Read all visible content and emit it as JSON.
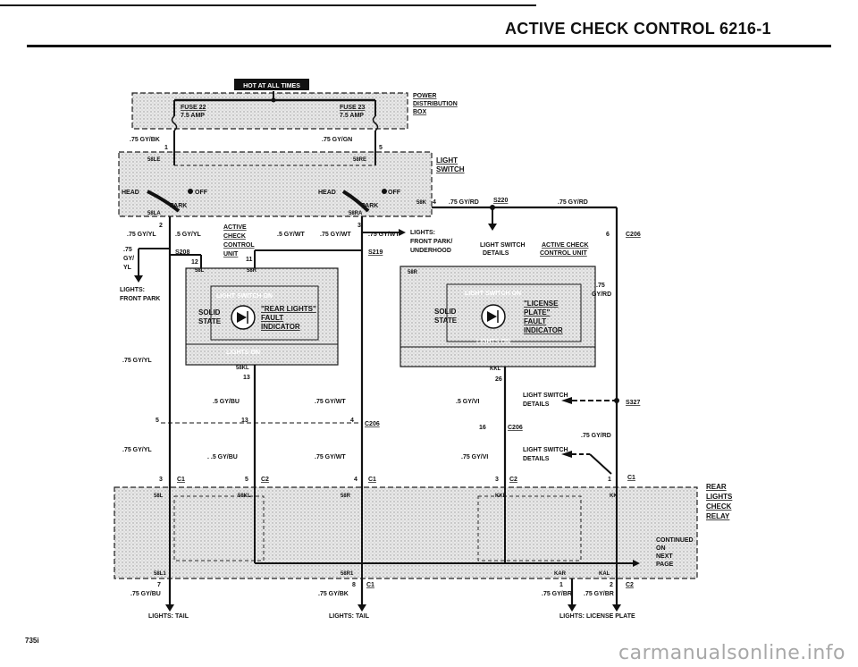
{
  "header": {
    "title": "ACTIVE CHECK CONTROL  6216-1"
  },
  "hot_badge": "HOT AT ALL TIMES",
  "power_box": {
    "label_1": "POWER",
    "label_2": "DISTRIBUTION",
    "label_3": "BOX"
  },
  "fuse_22": {
    "name": "FUSE 22",
    "amp": "7.5 AMP"
  },
  "fuse_23": {
    "name": "FUSE 23",
    "amp": "7.5 AMP"
  },
  "light_switch_box": {
    "label_1": "LIGHT",
    "label_2": "SWITCH"
  },
  "switch": {
    "head": "HEAD",
    "off": "OFF",
    "park": "PARK"
  },
  "terminals": {
    "t58l_top": "58LE",
    "t58re_top": "58RE",
    "t58la": "58LA",
    "t58ra": "58RA",
    "t58k": "58K",
    "t58l_in": "58L",
    "t58r_in": "58R",
    "t58kl": "58KL",
    "t58l": "58L",
    "t58k_relay": "58KL",
    "t58r": "58R",
    "kkl": "KKL",
    "kk": "KK",
    "t58l1": "58L1",
    "t58r1": "58R1",
    "kar": "KAR",
    "kal": "KAL"
  },
  "pins": {
    "p1": "1",
    "p5": "5",
    "p2": "2",
    "p3": "3",
    "p4": "4",
    "p12": "12",
    "p11": "11",
    "p13": "13",
    "p13b": "13",
    "p26": "26",
    "p6": "6",
    "p5b": "5",
    "p3b": "3",
    "p5c": "5",
    "p4b": "4",
    "p16": "16",
    "p3c": "3",
    "p1b": "1",
    "p7": "7",
    "p8": "8",
    "p1c": "1",
    "p2b": "2"
  },
  "wires": {
    "w1": ".75 GY/BK",
    "w2": ".75 GY/GN",
    "w3": ".75 GY/YL",
    "w4": ".5 GY/YL",
    "w5": ".5 GY/WT",
    "w6": ".75 GY/WT",
    "w7": ".75 GY/WT",
    "w8": ".75 GY/RD",
    "w9": ".75 GY/RD",
    "w10a": ".75",
    "w10b": "GY/",
    "w10c": "YL",
    "w11a": ".75",
    "w11b": "GY/RD",
    "w12": ".75 GY/YL",
    "w13": ".5 GY/BU",
    "w14": ".75 GY/WT",
    "w15": ".5 GY/VI",
    "w16": ".75 GY/RD",
    "w17": ".75 GY/YL",
    "w18": ". .5 GY/BU",
    "w19": ".75 GY/WT",
    "w20": ".75 GY/VI",
    "w21": ".75 GY/BU",
    "w22": ".75 GY/BK",
    "w23": ".75 GY/BR",
    "w24": ".75 GY/BR"
  },
  "splices": {
    "s220": "S220",
    "s208": "S208",
    "s219": "S219",
    "s327": "S327"
  },
  "connectors": {
    "c206a": "C206",
    "c206b": "C206",
    "c206c": "C206",
    "c1a": "C1",
    "c2a": "C2",
    "c1b": "C1",
    "c2b": "C2",
    "c1c": "C1",
    "c1d": "C1",
    "c2c": "C2"
  },
  "acc_unit": {
    "l1": "ACTIVE",
    "l2": "CHECK",
    "l3": "CONTROL",
    "l4": "UNIT"
  },
  "left_module": {
    "title": "LIGHT SWITCH ON",
    "solid": "SOLID",
    "state": "STATE",
    "msg1": "\"REAR LIGHTS\"",
    "msg2": "FAULT",
    "msg3": "INDICATOR",
    "bottom": "LIGHTS ON"
  },
  "right_module": {
    "title": "LIGHT SWITCH ON",
    "solid": "SOLID",
    "state": "STATE",
    "msg1": "\"LICENSE",
    "msg2": "PLATE\"",
    "msg3": "FAULT",
    "msg4": "INDICATOR",
    "bottom": "LIGHTS ON"
  },
  "lights_front": {
    "l1": "LIGHTS:",
    "l2": "FRONT PARK"
  },
  "lights_right": {
    "l1": "LIGHTS:",
    "l2": "FRONT PARK/",
    "l3": "UNDERHOOD"
  },
  "ls_details_top": {
    "l1": "LIGHT SWITCH",
    "l2": "DETAILS"
  },
  "acc_details_top": {
    "l1": "ACTIVE CHECK",
    "l2": "CONTROL UNIT"
  },
  "ls_details_1": {
    "l1": "LIGHT SWITCH",
    "l2": "DETAILS"
  },
  "ls_details_2": {
    "l1": "LIGHT SWITCH",
    "l2": "DETAILS"
  },
  "relay": {
    "l1": "REAR",
    "l2": "LIGHTS",
    "l3": "CHECK",
    "l4": "RELAY"
  },
  "continued": {
    "l1": "CONTINUED",
    "l2": "ON",
    "l3": "NEXT",
    "l4": "PAGE"
  },
  "bottom_labels": {
    "tail1": "LIGHTS: TAIL",
    "tail2": "LIGHTS: TAIL",
    "license": "LIGHTS: LICENSE PLATE"
  },
  "page_number": "735i",
  "watermark": "carmanualsonline.info"
}
